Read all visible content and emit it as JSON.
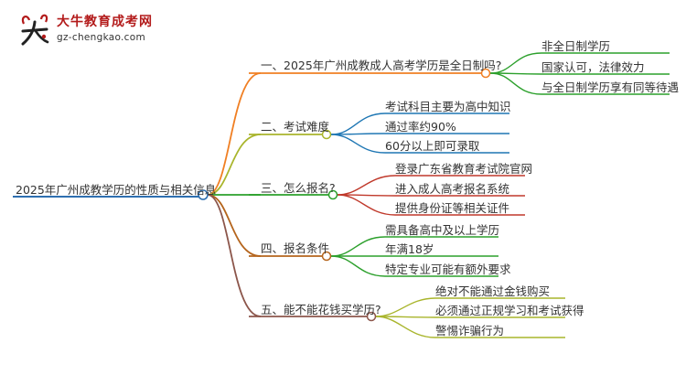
{
  "logo": {
    "title": "大牛教育成考网",
    "url": "gz-chengkao.com",
    "icon": "bull-calligraphy-icon",
    "brand_color": "#b31b1b"
  },
  "root": {
    "label": "2025年广州成教学历的性质与相关信息",
    "color": "#2e6fb0"
  },
  "branches": [
    {
      "label": "一、2025年广州成教成人高考学历是全日制吗?",
      "color": "#f07f23",
      "leaf_color": "#2ca02c",
      "children": [
        "非全日制学历",
        "国家认可，法律效力",
        "与全日制学历享有同等待遇"
      ]
    },
    {
      "label": "二、考试难度",
      "color": "#a9b52c",
      "leaf_color": "#1f77b4",
      "children": [
        "考试科目主要为高中知识",
        "通过率约90%",
        "60分以上即可录取"
      ]
    },
    {
      "label": "三、怎么报名?",
      "color": "#2ca02c",
      "leaf_color": "#c0392b",
      "children": [
        "登录广东省教育考试院官网",
        "进入成人高考报名系统",
        "提供身份证等相关证件"
      ]
    },
    {
      "label": "四、报名条件",
      "color": "#b5651d",
      "leaf_color": "#2ca02c",
      "children": [
        "需具备高中及以上学历",
        "年满18岁",
        "特定专业可能有额外要求"
      ]
    },
    {
      "label": "五、能不能花钱买学历?",
      "color": "#8c564b",
      "leaf_color": "#a9b52c",
      "children": [
        "绝对不能通过金钱购买",
        "必须通过正规学习和考试获得",
        "警惕诈骗行为"
      ]
    }
  ]
}
